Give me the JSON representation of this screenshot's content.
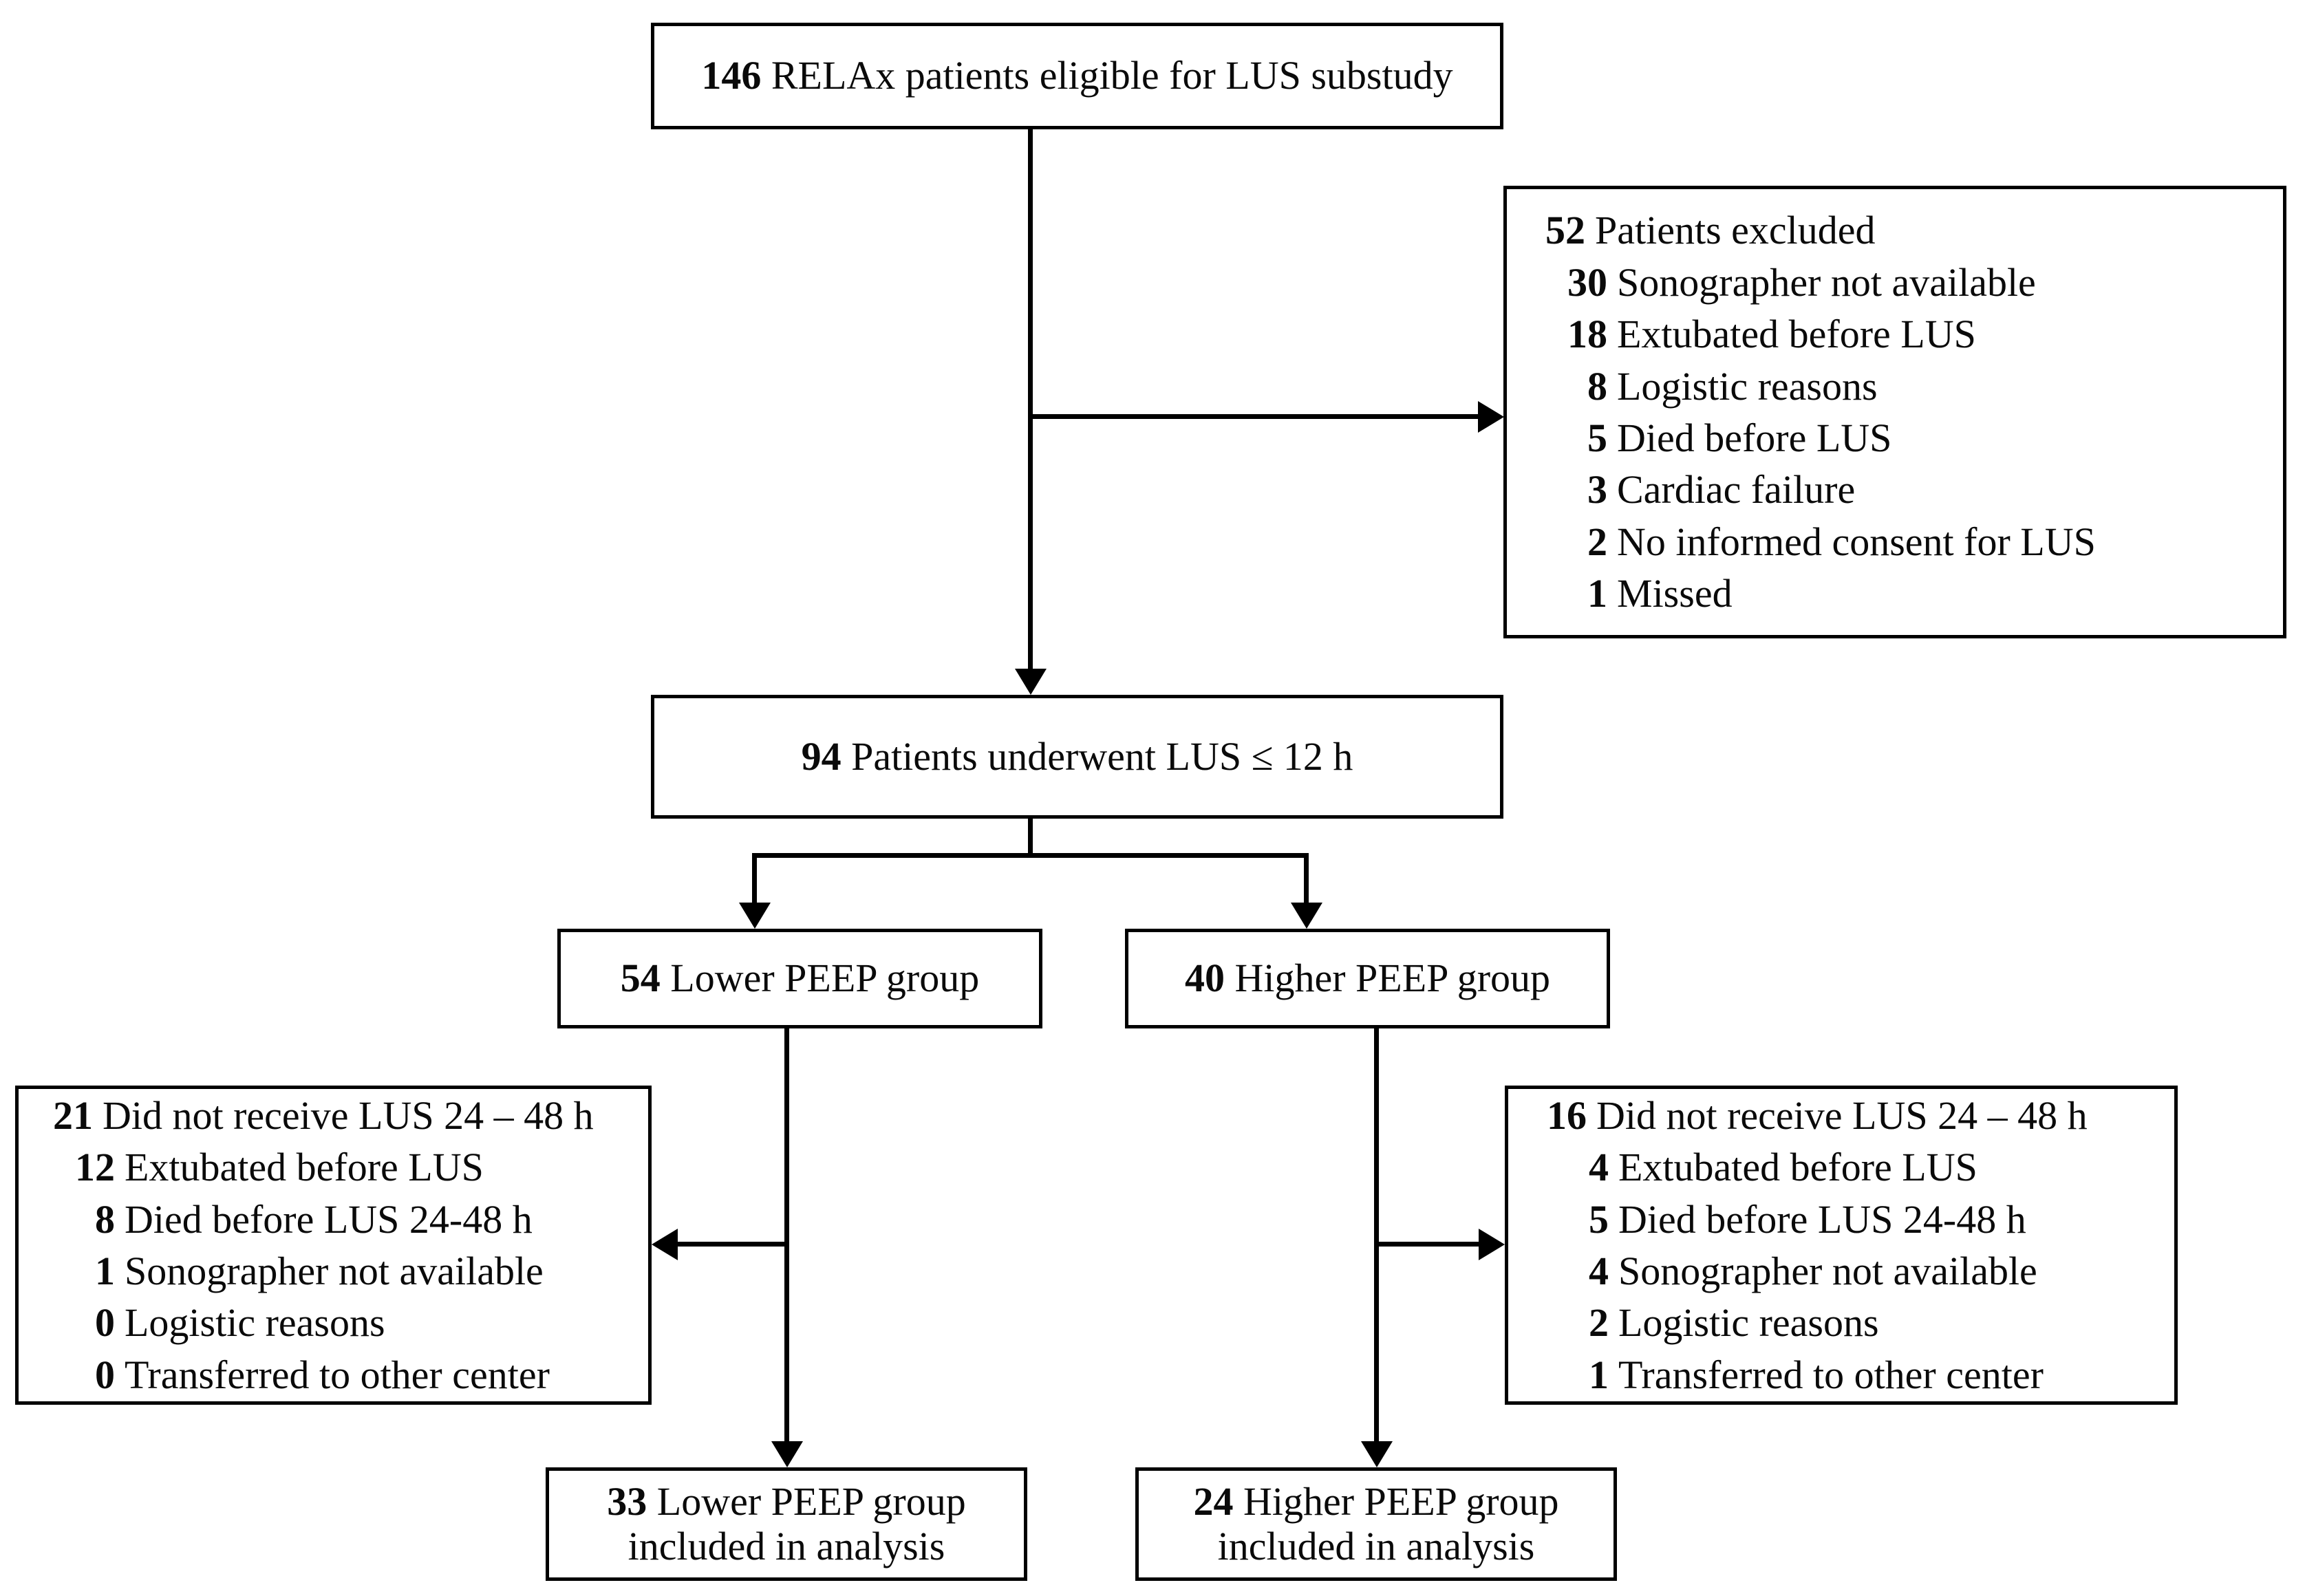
{
  "figure": {
    "type": "flowchart",
    "title": "RELAx LUS substudy patient flow diagram"
  },
  "nodes": {
    "eligible": {
      "number": "146",
      "text": "RELAx patients eligible for LUS substudy"
    },
    "excluded": {
      "header": {
        "number": "52",
        "text": "Patients excluded"
      },
      "reasons": [
        {
          "number": "30",
          "text": "Sonographer not available"
        },
        {
          "number": "18",
          "text": "Extubated before LUS"
        },
        {
          "number": "8",
          "text": "Logistic reasons"
        },
        {
          "number": "5",
          "text": "Died before LUS"
        },
        {
          "number": "3",
          "text": "Cardiac failure"
        },
        {
          "number": "2",
          "text": "No informed consent for LUS"
        },
        {
          "number": "1",
          "text": "Missed"
        }
      ]
    },
    "underwent": {
      "number": "94",
      "text": "Patients underwent LUS ≤ 12 h"
    },
    "lower_peep": {
      "number": "54",
      "text": "Lower PEEP group"
    },
    "higher_peep": {
      "number": "40",
      "text": "Higher PEEP group"
    },
    "lower_not_received": {
      "header": {
        "number": "21",
        "text": "Did not receive LUS 24 – 48 h"
      },
      "reasons": [
        {
          "number": "12",
          "text": "Extubated before LUS"
        },
        {
          "number": "8",
          "text": "Died before LUS 24-48 h"
        },
        {
          "number": "1",
          "text": "Sonographer not available"
        },
        {
          "number": "0",
          "text": "Logistic reasons"
        },
        {
          "number": "0",
          "text": "Transferred to other center"
        }
      ]
    },
    "higher_not_received": {
      "header": {
        "number": "16",
        "text": "Did not receive LUS 24 – 48 h"
      },
      "reasons": [
        {
          "number": "4",
          "text": "Extubated before LUS"
        },
        {
          "number": "5",
          "text": "Died before LUS 24-48 h"
        },
        {
          "number": "4",
          "text": "Sonographer not available"
        },
        {
          "number": "2",
          "text": "Logistic reasons"
        },
        {
          "number": "1",
          "text": "Transferred to other center"
        }
      ]
    },
    "lower_analyzed": {
      "number": "33",
      "line1": "Lower PEEP group",
      "line2": "included in analysis"
    },
    "higher_analyzed": {
      "number": "24",
      "line1": "Higher PEEP group",
      "line2": "included in analysis"
    }
  },
  "colors": {
    "stroke": "#000000",
    "fill": "#ffffff",
    "text": "#0a0a0a"
  }
}
